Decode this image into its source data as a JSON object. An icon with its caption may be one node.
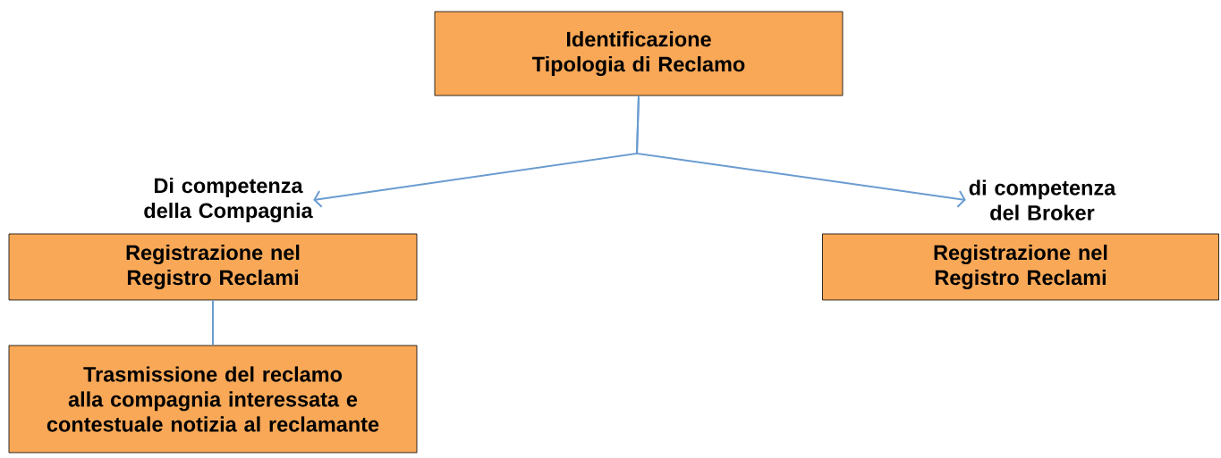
{
  "diagram": {
    "nodes": [
      {
        "text": [
          "Identificazione Tipologia di Reclamo"
        ]
      },
      {
        "text": [
          "Di competenza della Compagnia"
        ]
      },
      {
        "text": [
          "di competenza del Broker"
        ]
      },
      {
        "text": [
          "Registrazione nel Registro Reclami"
        ]
      },
      {
        "text": [
          "Registrazione nel Registro Reclami"
        ]
      },
      {
        "text": [
          "Trasmissione del reclamo alla compagnia interessata e contestuale notizia al reclamante"
        ]
      }
    ],
    "edges": [
      {
        "from": 0,
        "to": 1,
        "arrow": "to"
      },
      {
        "from": 0,
        "to": 2,
        "arrow": "to"
      },
      {
        "from": 3,
        "to": 5,
        "arrow": "none"
      }
    ]
  }
}
